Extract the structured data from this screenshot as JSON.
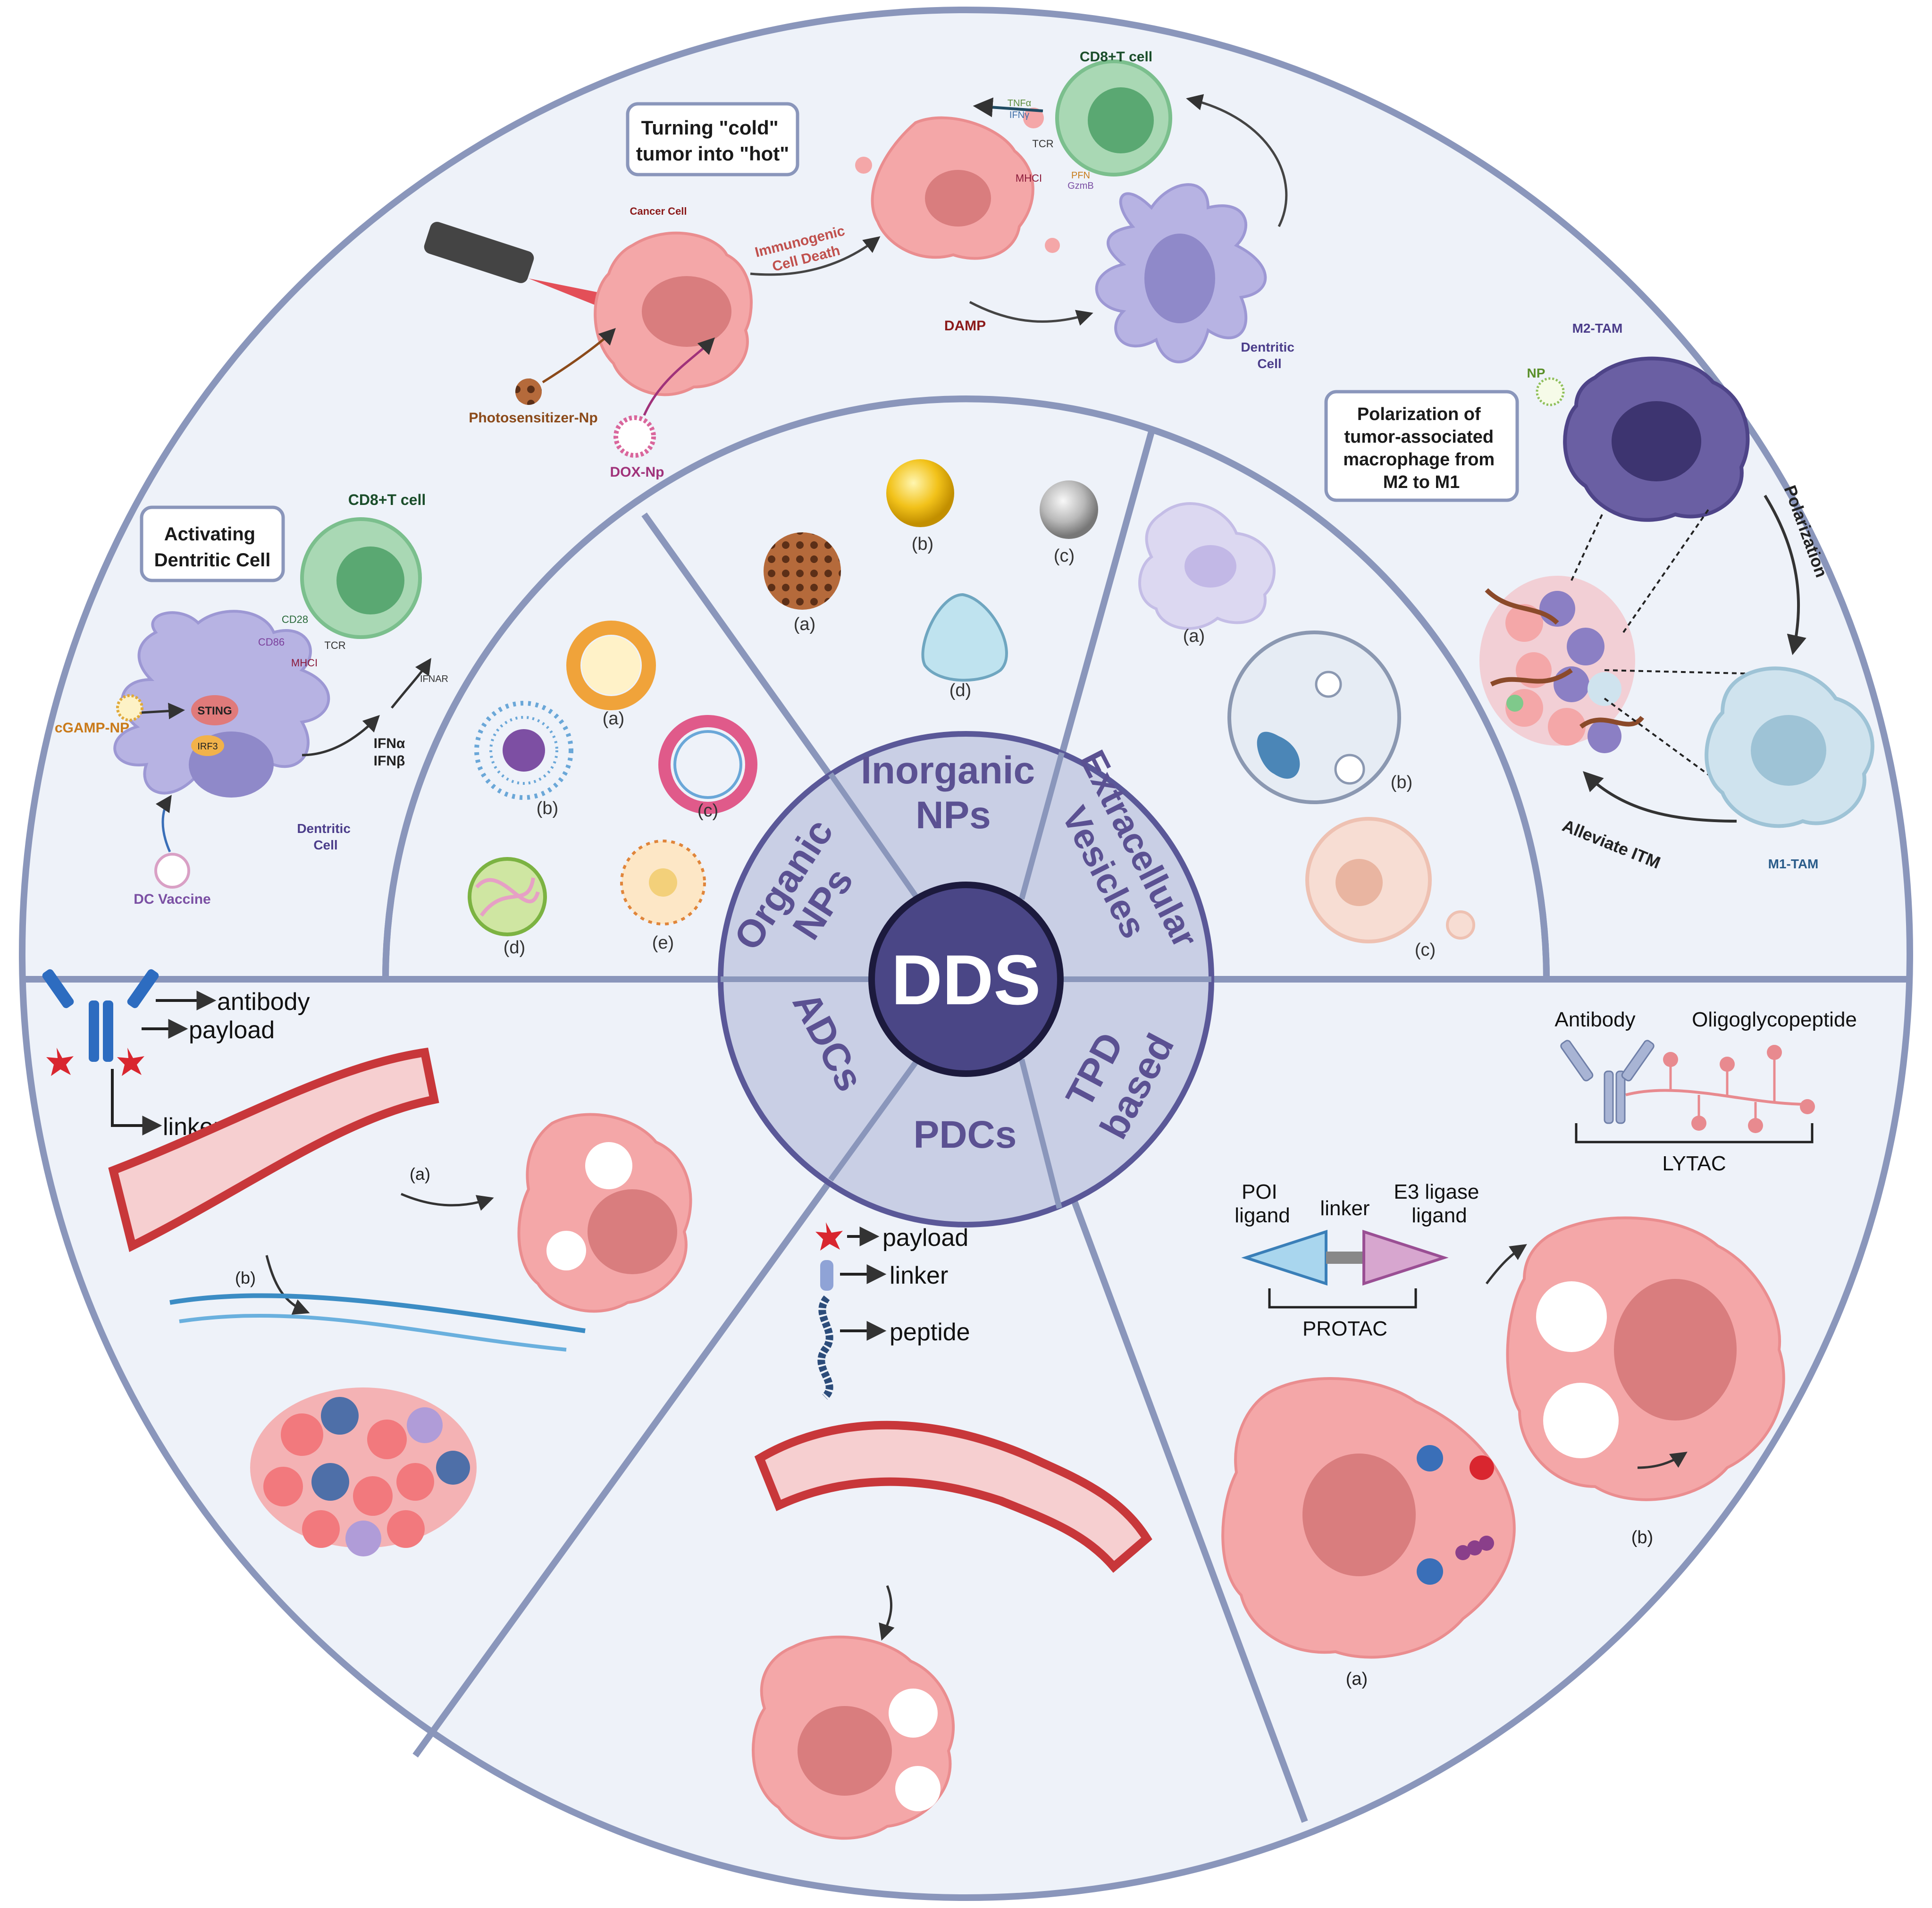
{
  "center": {
    "title": "DDS",
    "sectors": {
      "organic": [
        "Organic",
        "NPs"
      ],
      "inorganic": [
        "Inorganic",
        "NPs"
      ],
      "ev": [
        "Extracellular",
        "Vesicles"
      ],
      "adcs": "ADCs",
      "pdcs": "PDCs",
      "tpd": [
        "TPD",
        "based"
      ]
    }
  },
  "organic_nps": {
    "labels": [
      "(a)",
      "(b)",
      "(c)",
      "(d)",
      "(e)"
    ]
  },
  "inorganic_nps": {
    "labels": [
      "(a)",
      "(b)",
      "(c)",
      "(d)"
    ]
  },
  "extracellular_vesicles": {
    "labels": [
      "(a)",
      "(b)",
      "(c)"
    ]
  },
  "cold_to_hot": {
    "box": [
      "Turning \"cold\"",
      "tumor into \"hot\""
    ],
    "cancer_cell": "Cancer Cell",
    "icd": [
      "Immunogenic",
      "Cell Death"
    ],
    "damp": "DAMP",
    "cd8": "CD8+T cell",
    "tnfa": "TNFα",
    "ifng": "IFNγ",
    "tcr": "TCR",
    "mhci": "MHCI",
    "pfn": "PFN",
    "gzmb": "GzmB",
    "dendritic": [
      "Dentritic",
      "Cell"
    ],
    "photosensitizer": "Photosensitizer-Np",
    "dox": "DOX-Np"
  },
  "activating_dc": {
    "box": [
      "Activating",
      "Dentritic Cell"
    ],
    "cd8": "CD8+T cell",
    "cd28": "CD28",
    "cd86": "CD86",
    "tcr": "TCR",
    "mhci": "MHCI",
    "ifnar": "IFNAR",
    "sting": "STING",
    "irf3": "IRF3",
    "cgamp": "cGAMP-NP",
    "ifna": "IFNα",
    "ifnb": "IFNβ",
    "dendritic": [
      "Dentritic",
      "Cell"
    ],
    "dc_vaccine": "DC Vaccine"
  },
  "tam": {
    "box": [
      "Polarization of",
      "tumor-associated",
      "macrophage from",
      "M2 to M1"
    ],
    "m2": "M2-TAM",
    "np": "NP",
    "polarization": "Polarization",
    "m1": "M1-TAM",
    "alleviate": "Alleviate ITM"
  },
  "adcs": {
    "antibody": "antibody",
    "payload": "payload",
    "linker": "linker",
    "a": "(a)",
    "b": "(b)"
  },
  "pdcs": {
    "payload": "payload",
    "linker": "linker",
    "peptide": "peptide"
  },
  "tpd": {
    "antibody": "Antibody",
    "oligo": "Oligoglycopeptide",
    "lytac": "LYTAC",
    "poi": [
      "POI",
      "ligand"
    ],
    "linker": "linker",
    "e3": [
      "E3 ligase",
      "ligand"
    ],
    "protac": "PROTAC",
    "a": "(a)",
    "b": "(b)"
  },
  "colors": {
    "panel_bg": "#eef2f9",
    "ring_stroke": "#8a96bb",
    "inner_ring_fill": "#c9cfe5",
    "inner_ring_stroke": "#5a5898",
    "core_fill": "#4a4686",
    "cell_pink": "#f4a7a8",
    "nucleus_pink": "#d97d7e",
    "dc_purple": "#b7b3e3",
    "tcell_green": "#a9d8b4",
    "vessel_red": "#c8373a"
  }
}
